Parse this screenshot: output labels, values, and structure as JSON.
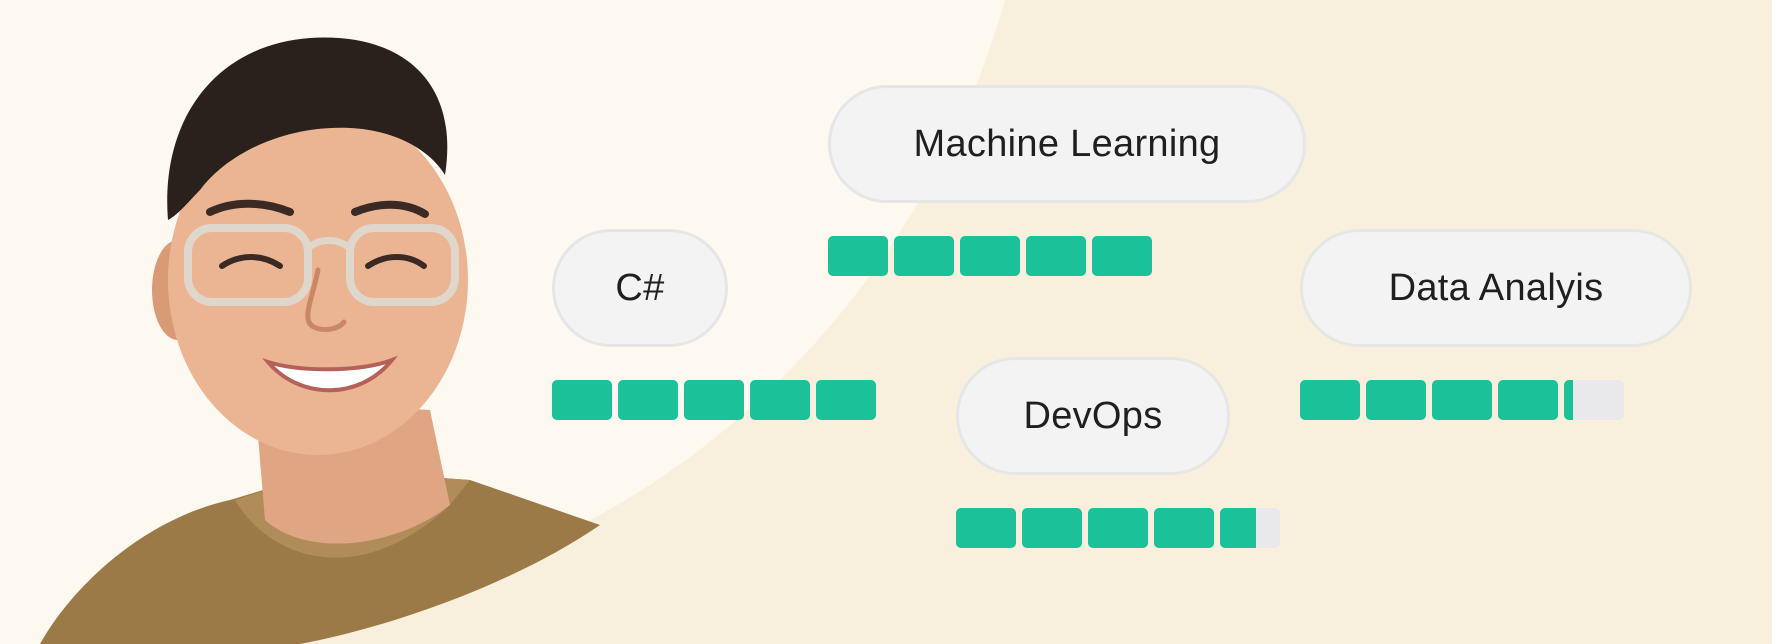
{
  "skills": [
    {
      "id": "csharp",
      "label": "C#",
      "level": 1.0
    },
    {
      "id": "machine-learning",
      "label": "Machine Learning",
      "level": 1.0
    },
    {
      "id": "devops",
      "label": "DevOps",
      "level": 0.92
    },
    {
      "id": "data-analysis",
      "label": "Data Analyis",
      "level": 0.83
    }
  ],
  "colors": {
    "background_left": "#fdf9f0",
    "background_right": "#f8f0dc",
    "pill_bg": "#f3f3f3",
    "pill_border": "#e6e6e6",
    "bar_fill": "#1bc199",
    "bar_empty": "#e9e9ec",
    "text": "#1f1f1f"
  }
}
